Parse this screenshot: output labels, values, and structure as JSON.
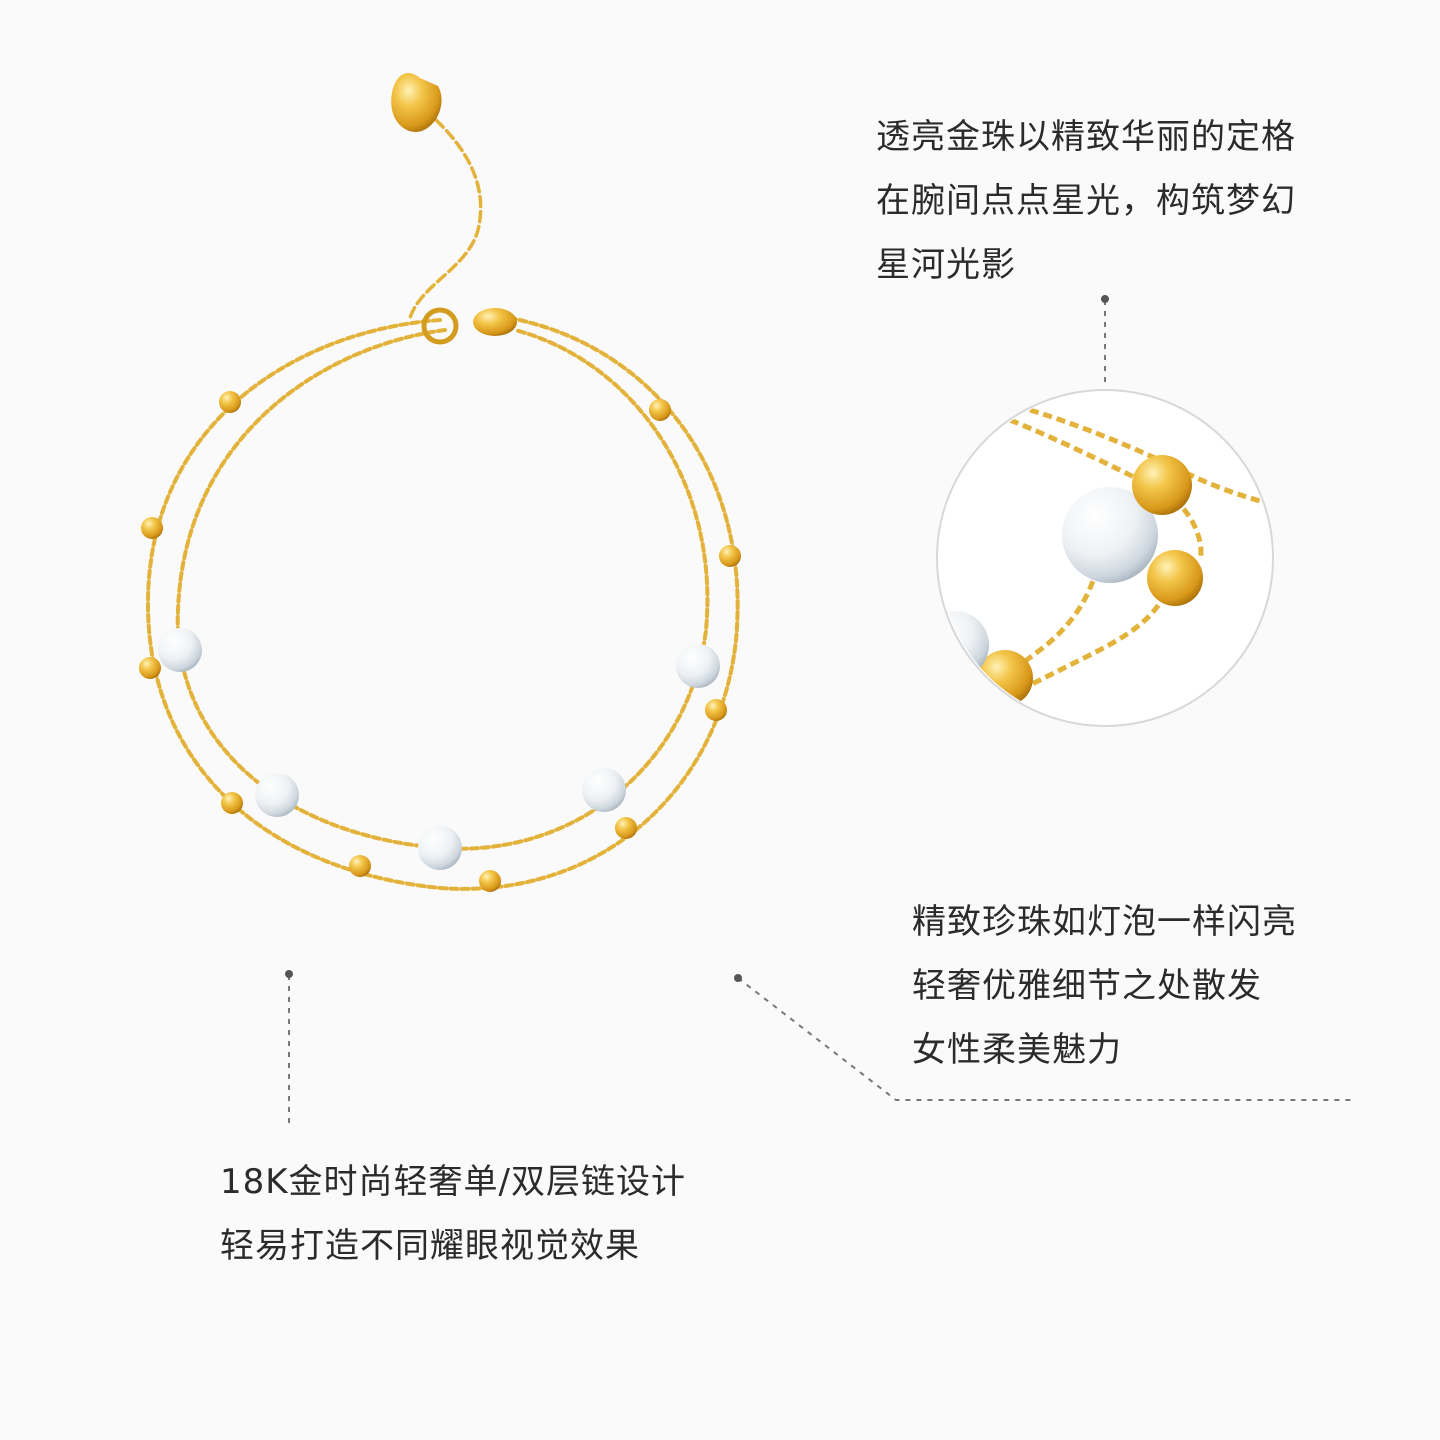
{
  "captions": {
    "gold_beads": {
      "lines": [
        "透亮金珠以精致华丽的定格",
        "在腕间点点星光，构筑梦幻",
        "星河光影"
      ]
    },
    "pearls": {
      "lines": [
        "精致珍珠如灯泡一样闪亮",
        "轻奢优雅细节之处散发",
        "女性柔美魅力"
      ]
    },
    "design": {
      "lines": [
        "18K金时尚轻奢单/双层链设计",
        "轻易打造不同耀眼视觉效果"
      ]
    }
  },
  "colors": {
    "background": "#fafafa",
    "gold": "#e2b23a",
    "gold_dark": "#c98f16",
    "pearl": "#f4f6f8",
    "text": "#2b2b2b",
    "guide": "#777777"
  }
}
